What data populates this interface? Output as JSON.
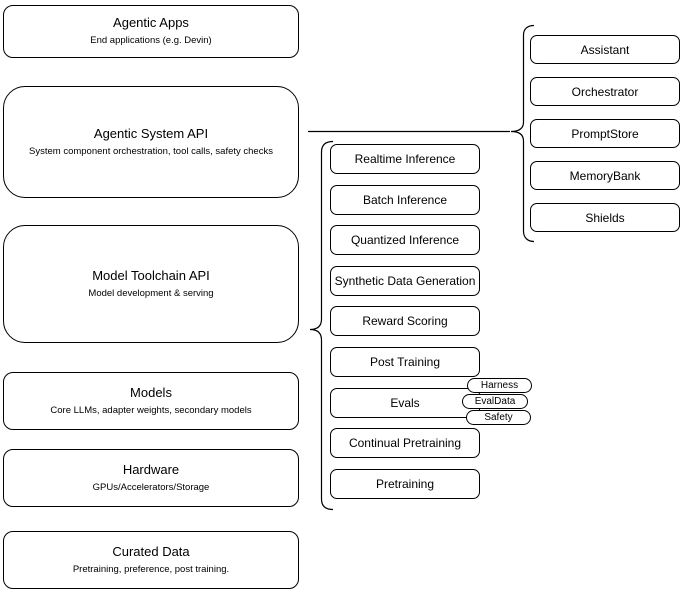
{
  "diagram": {
    "stack": [
      {
        "title": "Agentic Apps",
        "subtitle": "End applications (e.g. Devin)"
      },
      {
        "title": "Agentic System API",
        "subtitle": "System component orchestration, tool calls, safety checks"
      },
      {
        "title": "Model Toolchain API",
        "subtitle": "Model development & serving"
      },
      {
        "title": "Models",
        "subtitle": "Core LLMs, adapter weights, secondary models"
      },
      {
        "title": "Hardware",
        "subtitle": "GPUs/Accelerators/Storage"
      },
      {
        "title": "Curated Data",
        "subtitle": "Pretraining, preference, post training."
      }
    ],
    "toolchain_items": [
      "Realtime Inference",
      "Batch Inference",
      "Quantized Inference",
      "Synthetic Data Generation",
      "Reward Scoring",
      "Post Training",
      "Evals",
      "Continual Pretraining",
      "Pretraining"
    ],
    "eval_tags": [
      "Harness",
      "EvalData",
      "Safety"
    ],
    "system_components": [
      "Assistant",
      "Orchestrator",
      "PromptStore",
      "MemoryBank",
      "Shields"
    ],
    "colors": {
      "stroke": "#000000",
      "background": "#ffffff"
    }
  }
}
